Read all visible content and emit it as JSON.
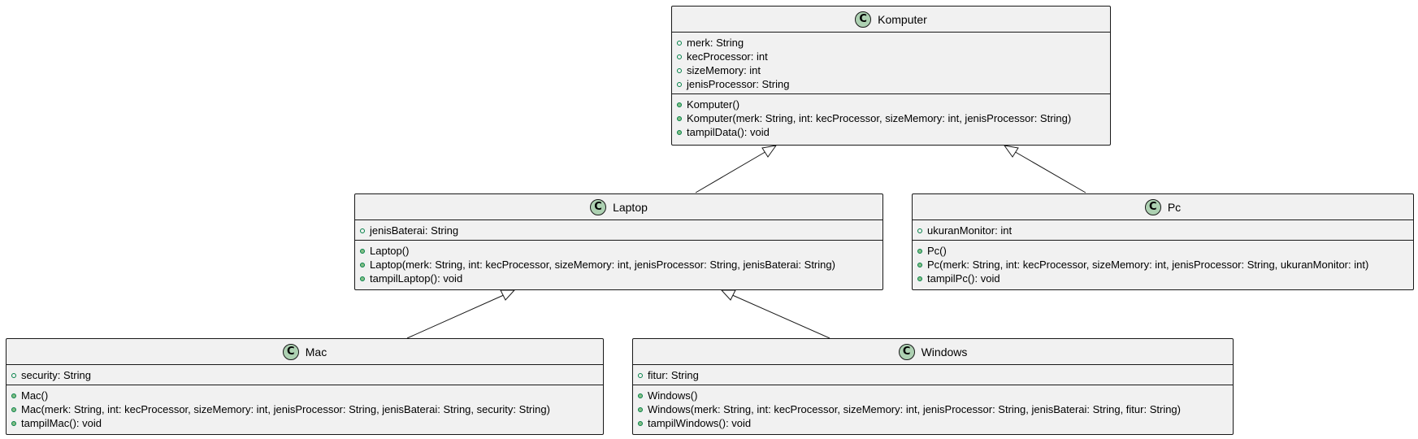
{
  "classes": {
    "komputer": {
      "name": "Komputer",
      "stereotype": "C",
      "fields": [
        "merk: String",
        "kecProcessor: int",
        "sizeMemory: int",
        "jenisProcessor: String"
      ],
      "methods": [
        "Komputer()",
        "Komputer(merk: String, int: kecProcessor, sizeMemory: int, jenisProcessor: String)",
        "tampilData(): void"
      ]
    },
    "laptop": {
      "name": "Laptop",
      "stereotype": "C",
      "fields": [
        "jenisBaterai: String"
      ],
      "methods": [
        "Laptop()",
        "Laptop(merk: String, int: kecProcessor, sizeMemory: int, jenisProcessor: String, jenisBaterai: String)",
        "tampilLaptop(): void"
      ]
    },
    "pc": {
      "name": "Pc",
      "stereotype": "C",
      "fields": [
        "ukuranMonitor: int"
      ],
      "methods": [
        "Pc()",
        "Pc(merk: String, int: kecProcessor, sizeMemory: int, jenisProcessor: String, ukuranMonitor: int)",
        "tampilPc(): void"
      ]
    },
    "mac": {
      "name": "Mac",
      "stereotype": "C",
      "fields": [
        "security: String"
      ],
      "methods": [
        "Mac()",
        "Mac(merk: String, int: kecProcessor, sizeMemory: int, jenisProcessor: String, jenisBaterai: String, security: String)",
        "tampilMac(): void"
      ]
    },
    "windows": {
      "name": "Windows",
      "stereotype": "C",
      "fields": [
        "fitur: String"
      ],
      "methods": [
        "Windows()",
        "Windows(merk: String, int: kecProcessor, sizeMemory: int, jenisProcessor: String, jenisBaterai: String, fitur: String)",
        "tampilWindows(): void"
      ]
    }
  },
  "relations": [
    {
      "type": "inheritance",
      "from": "Laptop",
      "to": "Komputer"
    },
    {
      "type": "inheritance",
      "from": "Pc",
      "to": "Komputer"
    },
    {
      "type": "inheritance",
      "from": "Mac",
      "to": "Laptop"
    },
    {
      "type": "inheritance",
      "from": "Windows",
      "to": "Laptop"
    }
  ],
  "colors": {
    "box_fill": "#f1f1f1",
    "border": "#181818",
    "class_icon": "#add1b2",
    "method_marker": "#84be84",
    "visibility_stroke": "#038048"
  }
}
